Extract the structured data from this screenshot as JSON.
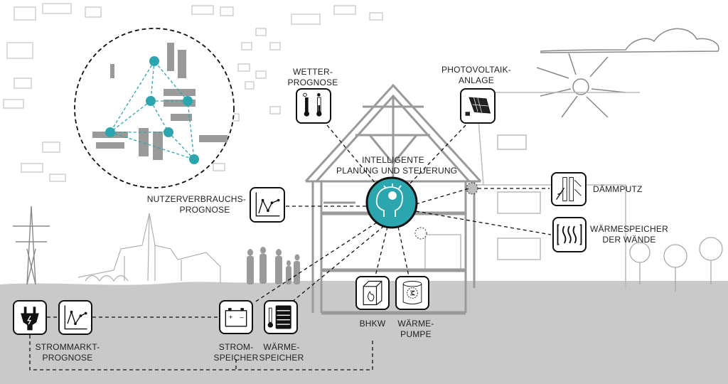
{
  "colors": {
    "accent": "#2ba6ae",
    "ground": "#c9c9c9",
    "sketch": "#a8a8a8",
    "ink": "#111111"
  },
  "labels": {
    "wetter": [
      "WETTER-",
      "PROGNOSE"
    ],
    "pv": [
      "PHOTOVOLTAIK-",
      "ANLAGE"
    ],
    "center": [
      "INTELLIGENTE",
      "PLANUNG UND STEUERUNG"
    ],
    "nutzer": [
      "NUTZERVERBRAUCHS-",
      "PROGNOSE"
    ],
    "daemm": [
      "DÄMMPUTZ"
    ],
    "waermewand": [
      "WÄRMESPEICHER",
      "DER WÄNDE"
    ],
    "strommarkt": [
      "STROMMARKT-",
      "PROGNOSE"
    ],
    "strom": [
      "STROM-",
      "SPEICHER"
    ],
    "waermespeicher": [
      "WÄRME-",
      "SPEICHER"
    ],
    "bhkw": [
      "BHKW"
    ],
    "pumpe": [
      "WÄRME-",
      "PUMPE"
    ]
  },
  "icons": [
    "thermometer-icon",
    "solar-panel-icon",
    "brain-bulb-icon",
    "line-chart-icon",
    "insulation-icon",
    "heat-waves-icon",
    "plug-icon",
    "battery-icon",
    "heat-storage-icon",
    "chp-flame-icon",
    "heat-pump-icon"
  ]
}
